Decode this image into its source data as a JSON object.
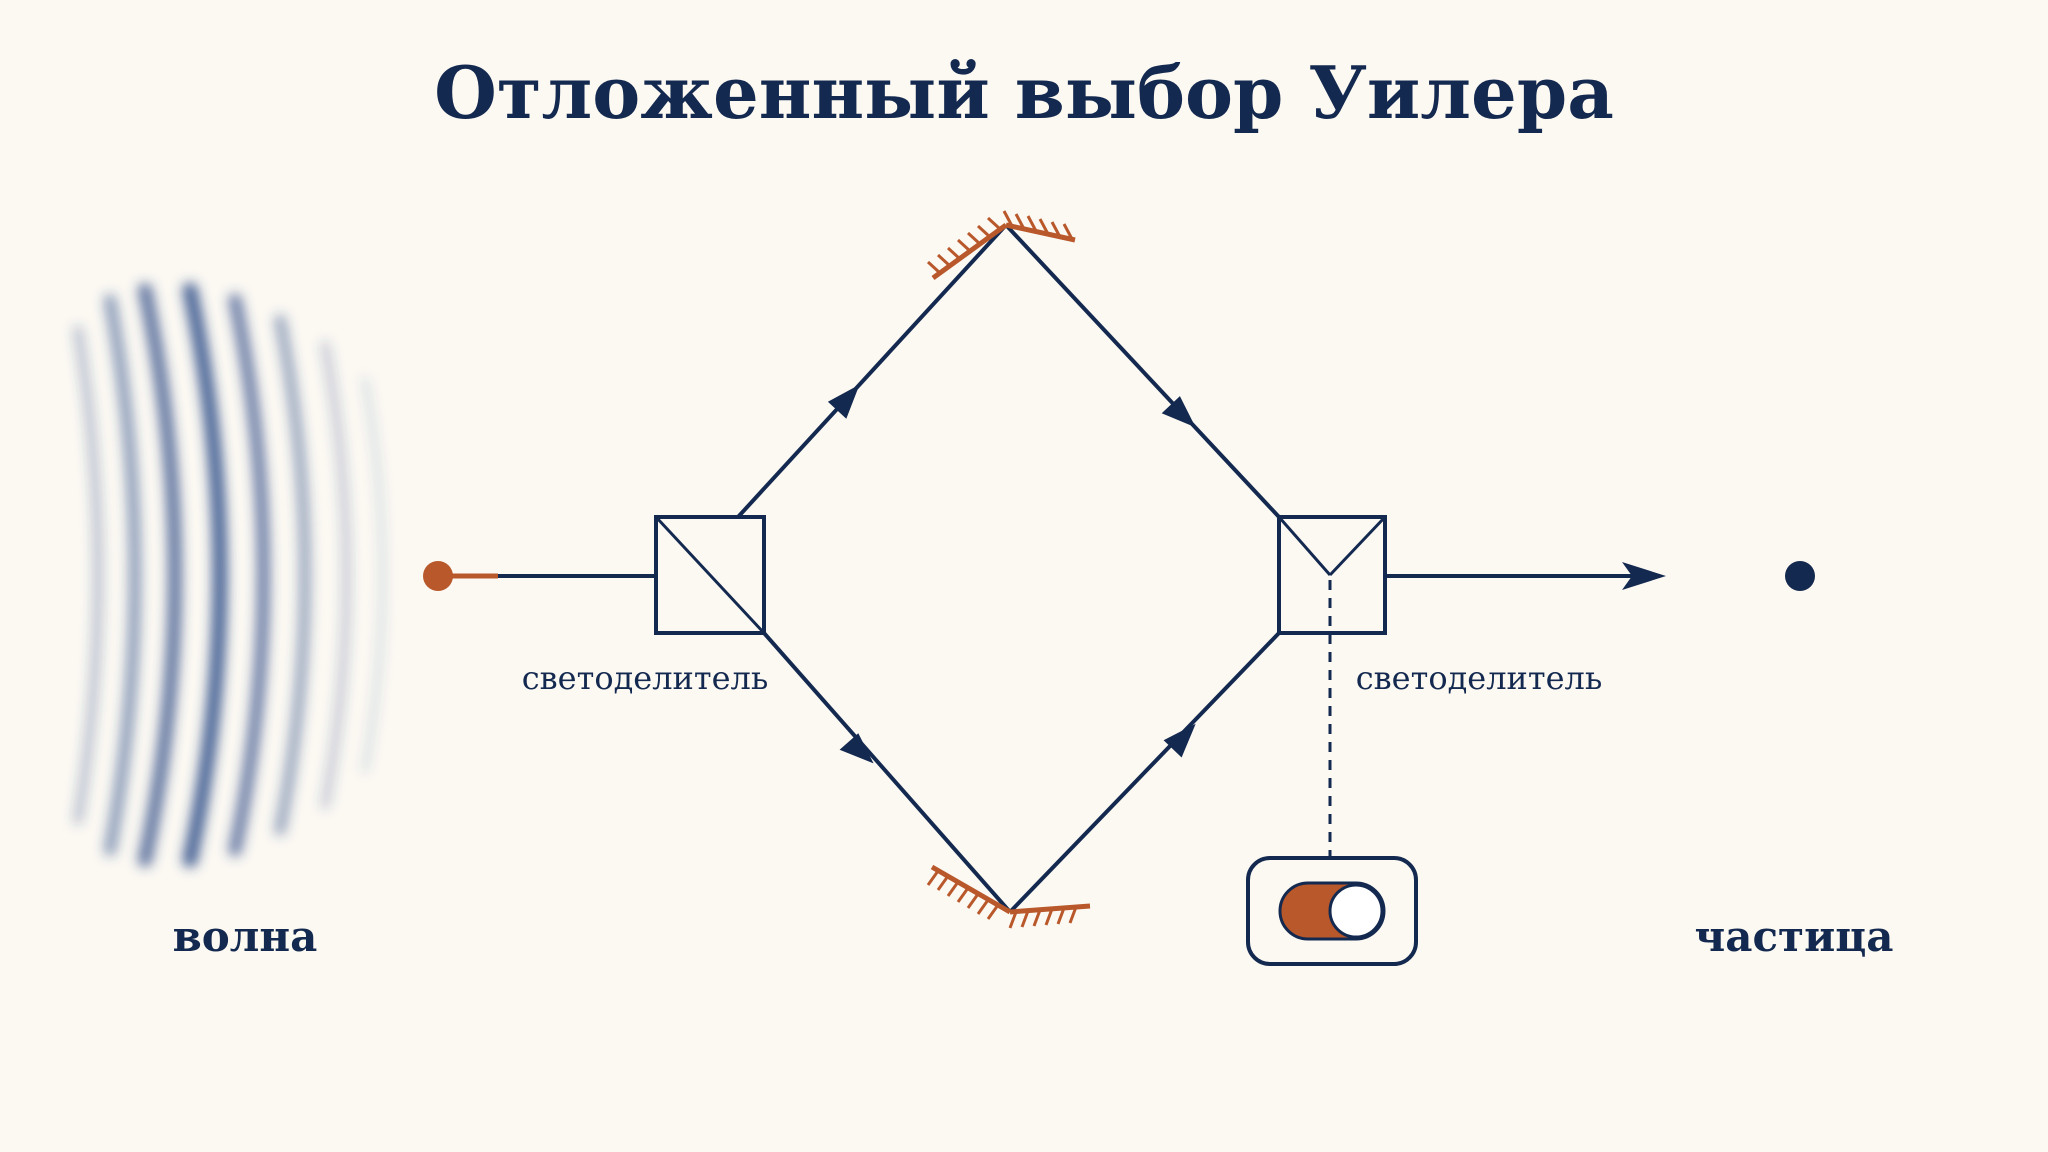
{
  "title": "Отложенный выбор Уилера",
  "labels": {
    "beam_splitter_1": "светоделитель",
    "beam_splitter_2": "светоделитель",
    "wave": "волна",
    "particle": "частица"
  },
  "toggle": {
    "state": "on"
  },
  "colors": {
    "background": "#fcf9f3",
    "ink": "#14294f",
    "accent": "#b8582b",
    "wave": "#2c4a86"
  },
  "icons": {
    "source": "photon-source-dot",
    "mirrors": "mirror-icon",
    "detector": "detector-dot",
    "switch": "toggle-switch"
  }
}
